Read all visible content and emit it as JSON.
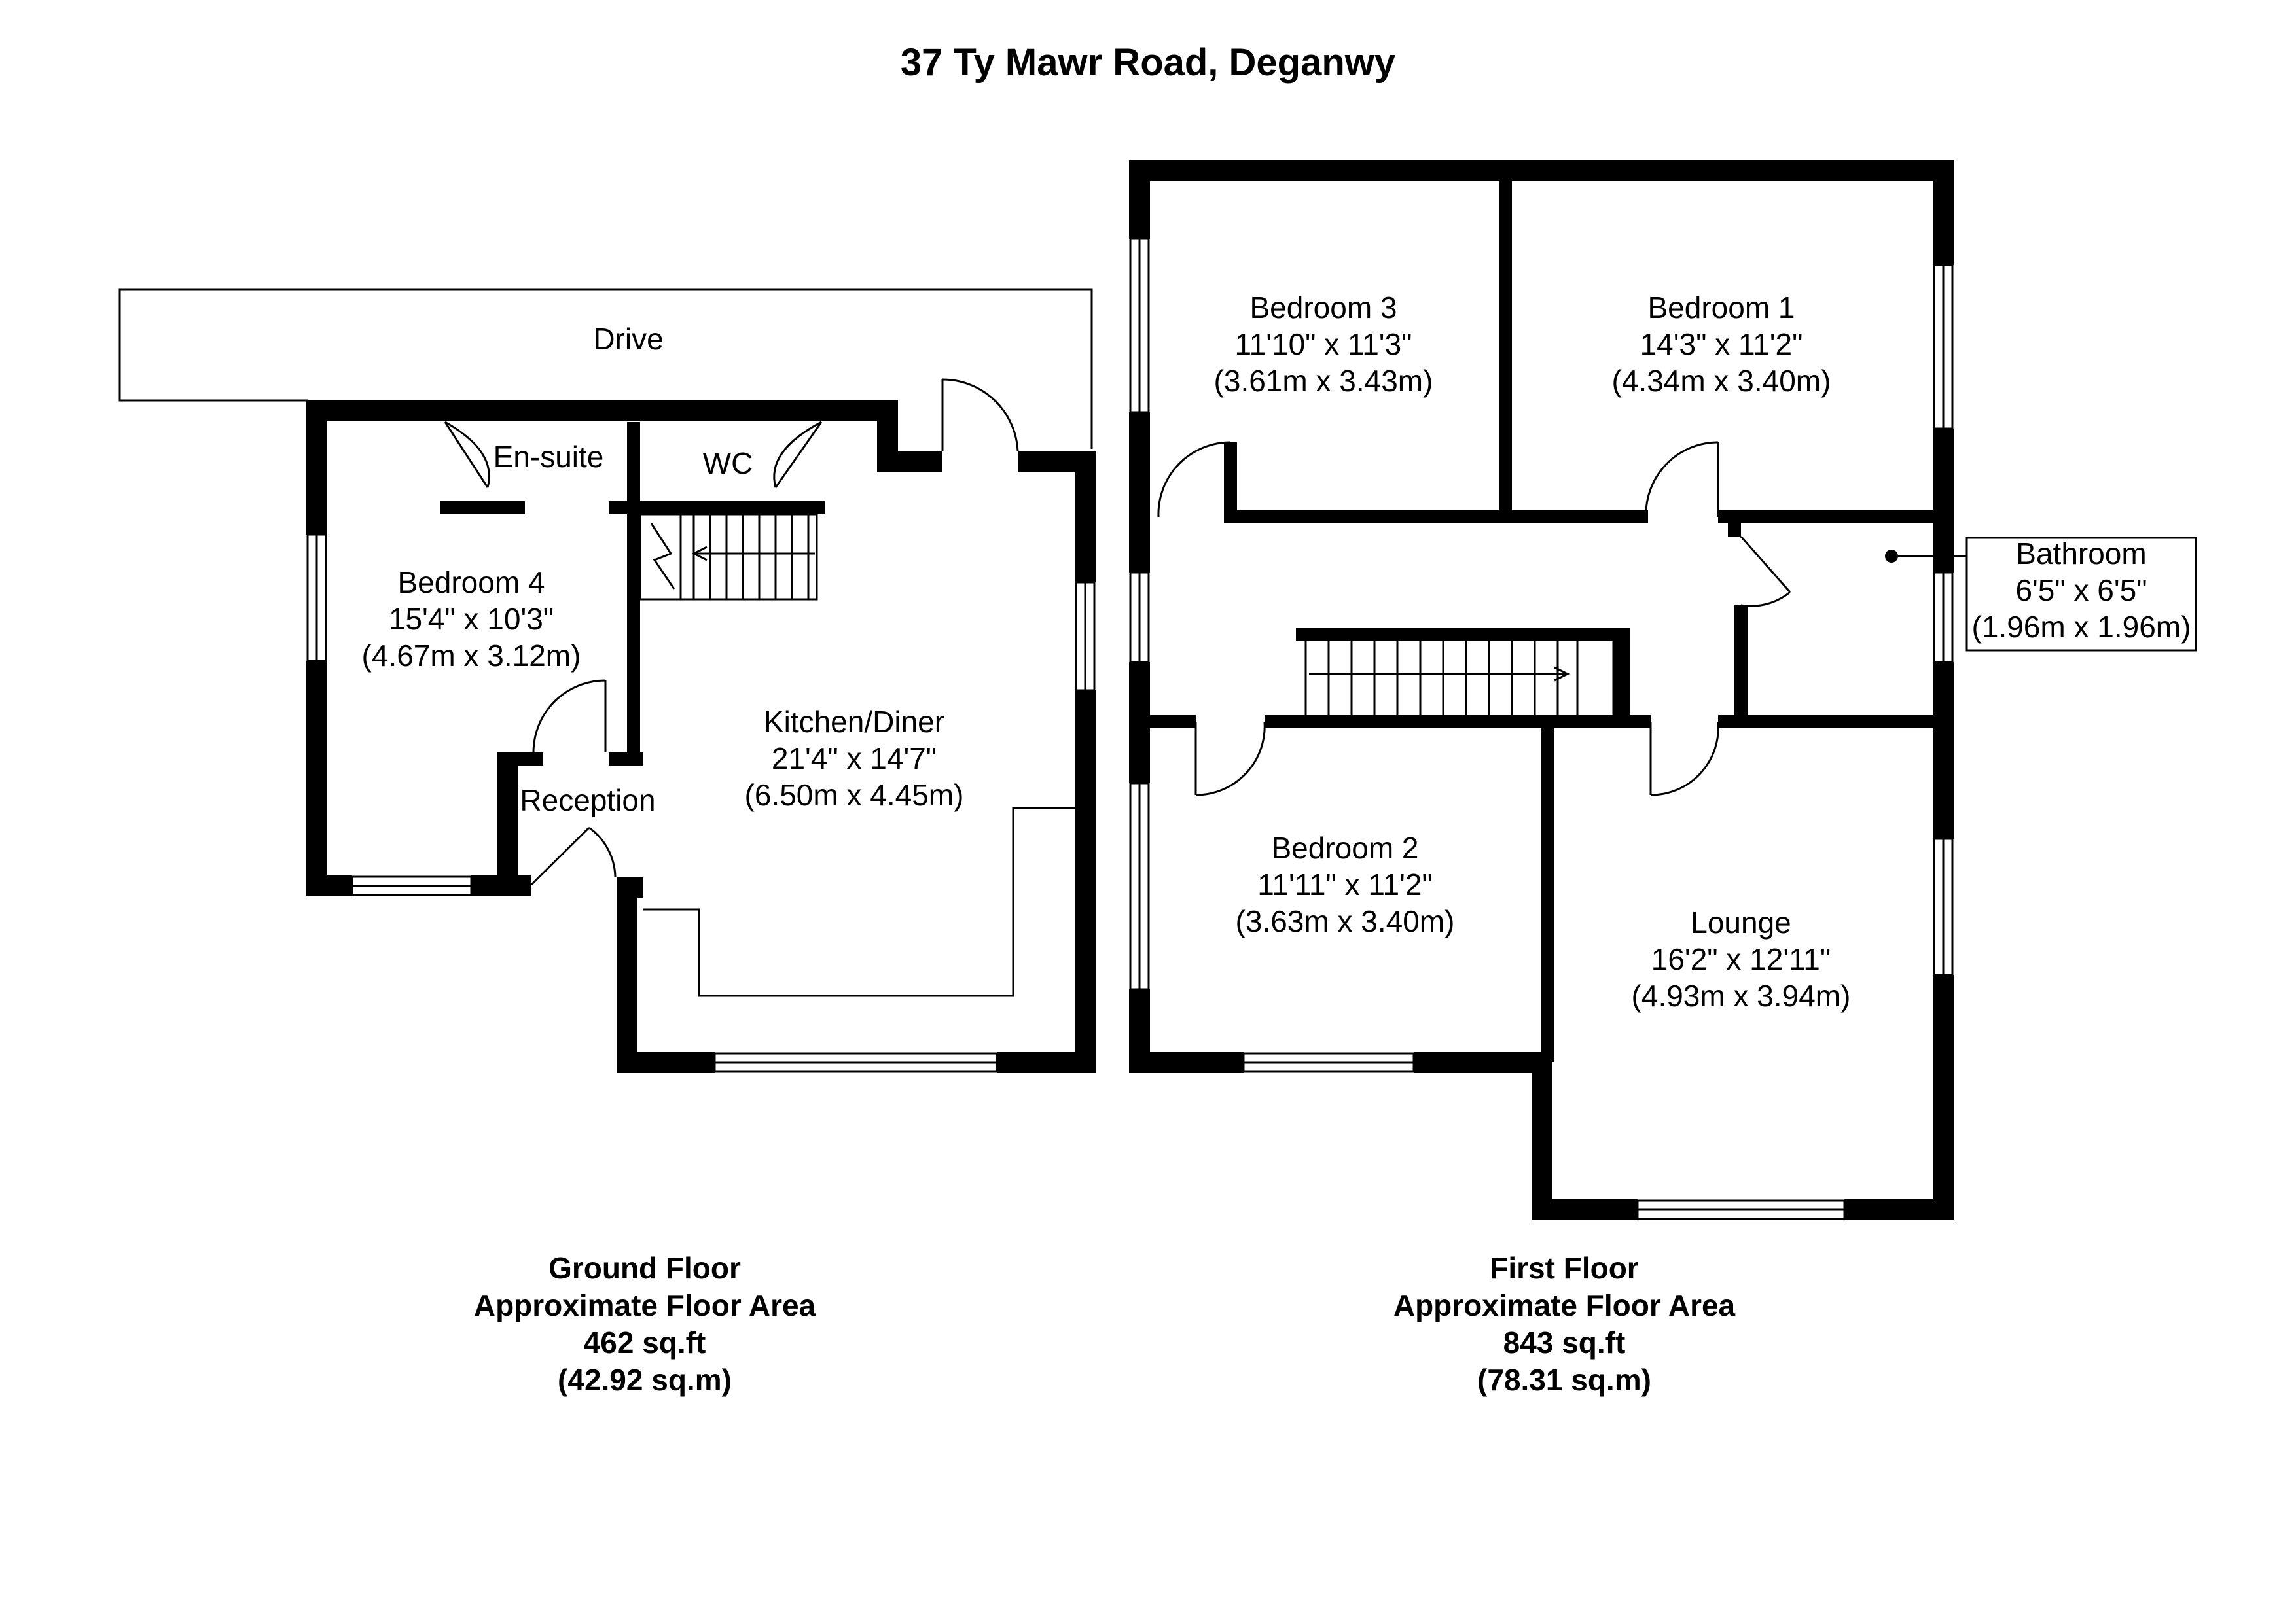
{
  "title": "37 Ty Mawr Road, Deganwy",
  "ground_floor": {
    "name": "Ground Floor",
    "area_label": "Approximate Floor Area",
    "area_sqft": "462 sq.ft",
    "area_sqm": "(42.92 sq.m)",
    "rooms": {
      "drive": {
        "name": "Drive"
      },
      "ensuite": {
        "name": "En-suite"
      },
      "wc": {
        "name": "WC"
      },
      "bedroom4": {
        "name": "Bedroom 4",
        "imperial": "15'4\" x 10'3\"",
        "metric": "(4.67m x 3.12m)"
      },
      "kitchen": {
        "name": "Kitchen/Diner",
        "imperial": "21'4\" x 14'7\"",
        "metric": "(6.50m x 4.45m)"
      },
      "reception": {
        "name": "Reception"
      }
    }
  },
  "first_floor": {
    "name": "First Floor",
    "area_label": "Approximate Floor Area",
    "area_sqft": "843 sq.ft",
    "area_sqm": "(78.31 sq.m)",
    "rooms": {
      "bedroom3": {
        "name": "Bedroom 3",
        "imperial": "11'10\" x 11'3\"",
        "metric": "(3.61m x 3.43m)"
      },
      "bedroom1": {
        "name": "Bedroom 1",
        "imperial": "14'3\" x 11'2\"",
        "metric": "(4.34m x 3.40m)"
      },
      "bathroom": {
        "name": "Bathroom",
        "imperial": "6'5\" x 6'5\"",
        "metric": "(1.96m x 1.96m)"
      },
      "bedroom2": {
        "name": "Bedroom 2",
        "imperial": "11'11\" x 11'2\"",
        "metric": "(3.63m x 3.40m)"
      },
      "lounge": {
        "name": "Lounge",
        "imperial": "16'2\" x 12'11\"",
        "metric": "(4.93m x 3.94m)"
      }
    }
  }
}
